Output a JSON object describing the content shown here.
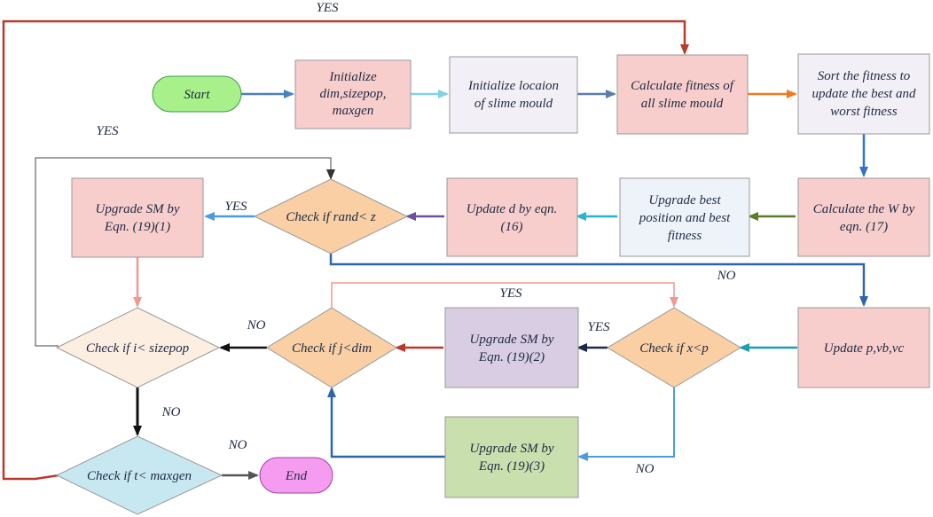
{
  "nodes": {
    "start": "Start",
    "init_dim": [
      "Initialize",
      "dim,sizepop,",
      "maxgen"
    ],
    "init_loc": [
      "Initialize locaion",
      "of slime mould"
    ],
    "calc_fitness": [
      "Calculate fitness of",
      "all slime mould"
    ],
    "sort_fitness": [
      "Sort the fitness to",
      "update the best and",
      "worst fitness"
    ],
    "calc_w": [
      "Calculate the W by",
      "eqn. (17)"
    ],
    "upgrade_best": [
      "Upgrade best",
      "position and best",
      "fitness"
    ],
    "update_d": [
      "Update d by eqn.",
      "(16)"
    ],
    "check_rand": "Check if rand< z",
    "upgrade_sm1": [
      "Upgrade SM by",
      "Eqn. (19)(1)"
    ],
    "check_i": "Check if i< sizepop",
    "check_j": "Check if j<dim",
    "upgrade_sm2": [
      "Upgrade SM by",
      "Eqn. (19)(2)"
    ],
    "check_x": "Check if x<p",
    "update_p": "Update p,vb,vc",
    "upgrade_sm3": [
      "Upgrade SM by",
      "Eqn. (19)(3)"
    ],
    "check_t": "Check if t< maxgen",
    "end": "End"
  },
  "edge_labels": {
    "yes_top": "YES",
    "yes_left": "YES",
    "yes_rand": "YES",
    "no_rand": "NO",
    "yes_j_loop": "YES",
    "yes_x": "YES",
    "no_j": "NO",
    "no_i": "NO",
    "no_t": "NO",
    "no_x": "NO"
  },
  "colors": {
    "pink_box": "#f8cecc",
    "lavender_box": "#f3eff6",
    "light_blue_box": "#eef3fa",
    "purple_box": "#d8cde2",
    "green_box": "#cadfae",
    "orange_diamond": "#f9cfa3",
    "cream_diamond": "#fdeee2",
    "cyan_diamond": "#c7e8f1",
    "start_fill": "#a8f08a",
    "end_fill": "#f59cf0",
    "loop_red": "#b83a2a"
  }
}
